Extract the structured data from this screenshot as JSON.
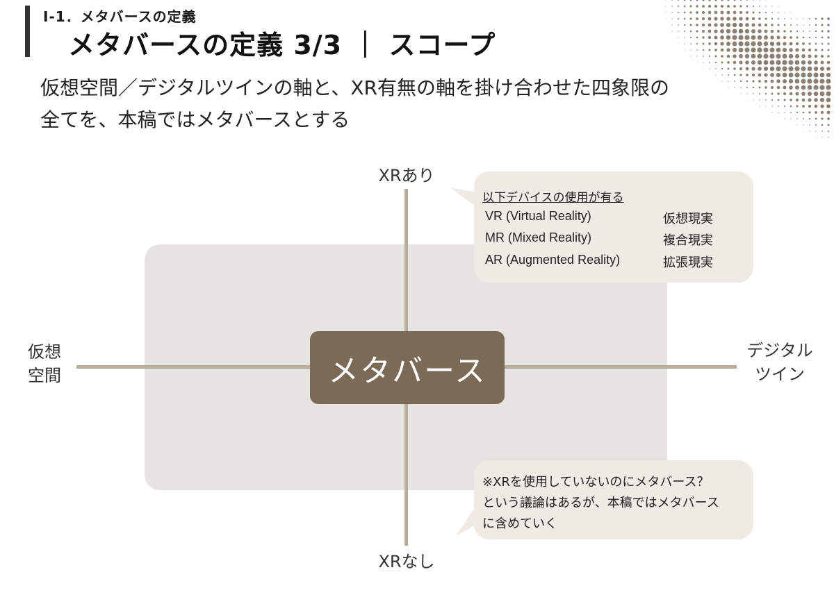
{
  "header": {
    "section_label": "Ⅰ-1．メタバースの定義",
    "title": "メタバースの定義 3/3 ｜ スコープ",
    "subtitle_line1": "仮想空間／デジタルツインの軸と、XR有無の軸を掛け合わせた四象限の",
    "subtitle_line2": "全てを、本稿ではメタバースとする"
  },
  "diagram": {
    "axis_top": "XRあり",
    "axis_bottom": "XRなし",
    "axis_left_line1": "仮想",
    "axis_left_line2": "空間",
    "axis_right_line1": "デジタル",
    "axis_right_line2": "ツイン",
    "center": "メタバース"
  },
  "devices": {
    "heading": "以下デバイスの使用が有る",
    "rows": [
      {
        "en": "VR (Virtual Reality)",
        "ja": "仮想現実"
      },
      {
        "en": "MR (Mixed Reality)",
        "ja": "複合現実"
      },
      {
        "en": "AR (Augmented Reality)",
        "ja": "拡張現実"
      }
    ]
  },
  "note": {
    "line1": "※XRを使用していないのにメタバース？",
    "line2": "という議論はあるが、本稿ではメタバース",
    "line3": "に含めていく"
  },
  "colors": {
    "center_fill": "#7a6a56",
    "scope_fill": "#e6e4e0",
    "axis": "#b8ad9c",
    "bubble_fill": "#efebe4"
  }
}
